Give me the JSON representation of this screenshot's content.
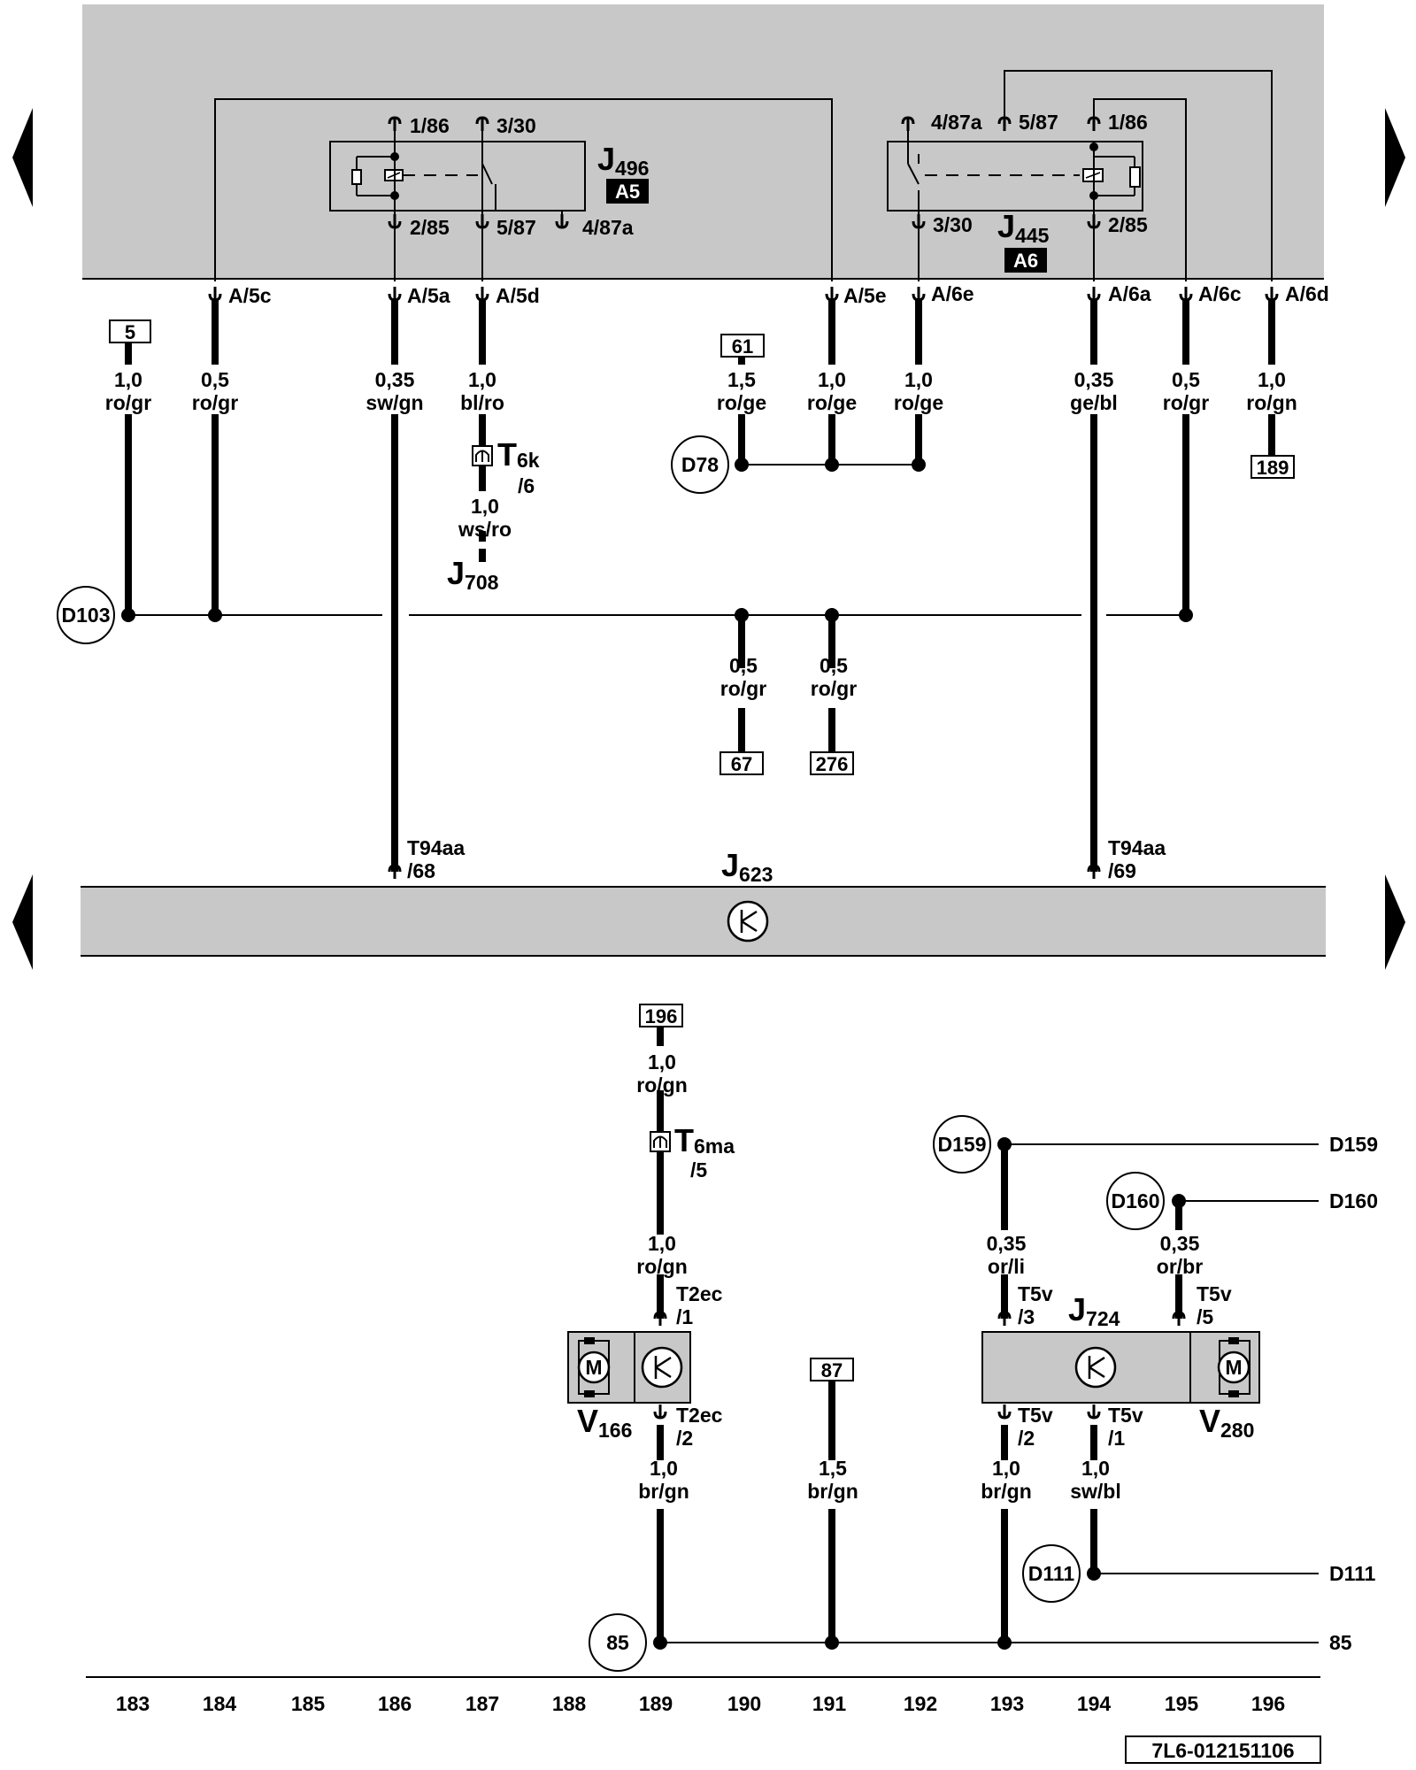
{
  "relays": [
    {
      "id": "J496",
      "sub": "496",
      "badge": "A5",
      "pins": [
        "1/86",
        "3/30",
        "2/85",
        "5/87",
        "4/87a"
      ]
    },
    {
      "id": "J445",
      "sub": "445",
      "badge": "A6",
      "pins": [
        "4/87a",
        "5/87",
        "1/86",
        "3/30",
        "2/85"
      ]
    }
  ],
  "connectors": {
    "a5c": "A/5c",
    "a5a": "A/5a",
    "a5d": "A/5d",
    "a5e": "A/5e",
    "a6e": "A/6e",
    "a6a": "A/6a",
    "a6c": "A/6c",
    "a6d": "A/6d",
    "t94_68_top": "T94aa",
    "t94_68_bot": "/68",
    "t94_69_top": "T94aa",
    "t94_69_bot": "/69",
    "t6k": "T",
    "t6k_sub": "6k",
    "t6k_pin": "/6",
    "t6ma": "T",
    "t6ma_sub": "6ma",
    "t6ma_pin": "/5",
    "t2ec1_top": "T2ec",
    "t2ec1_bot": "/1",
    "t2ec2_top": "T2ec",
    "t2ec2_bot": "/2",
    "t5v3_top": "T5v",
    "t5v3_bot": "/3",
    "t5v5_top": "T5v",
    "t5v5_bot": "/5",
    "t5v2_top": "T5v",
    "t5v2_bot": "/2",
    "t5v1_top": "T5v",
    "t5v1_bot": "/1"
  },
  "wires": [
    {
      "size": "1,0",
      "color": "ro/gr"
    },
    {
      "size": "0,5",
      "color": "ro/gr"
    },
    {
      "size": "0,35",
      "color": "sw/gn"
    },
    {
      "size": "1,0",
      "color": "bl/ro"
    },
    {
      "size": "1,5",
      "color": "ro/ge"
    },
    {
      "size": "1,0",
      "color": "ro/ge"
    },
    {
      "size": "1,0",
      "color": "ro/ge"
    },
    {
      "size": "0,35",
      "color": "ge/bl"
    },
    {
      "size": "0,5",
      "color": "ro/gr"
    },
    {
      "size": "1,0",
      "color": "ro/gn"
    },
    {
      "size": "1,0",
      "color": "ws/ro"
    },
    {
      "size": "0,5",
      "color": "ro/gr"
    },
    {
      "size": "0,5",
      "color": "ro/gr"
    },
    {
      "size": "1,0",
      "color": "ro/gn"
    },
    {
      "size": "1,0",
      "color": "ro/gn"
    },
    {
      "size": "0,35",
      "color": "or/li"
    },
    {
      "size": "0,35",
      "color": "or/br"
    },
    {
      "size": "1,0",
      "color": "br/gn"
    },
    {
      "size": "1,5",
      "color": "br/gn"
    },
    {
      "size": "1,0",
      "color": "br/gn"
    },
    {
      "size": "1,0",
      "color": "sw/bl"
    }
  ],
  "refs": {
    "r5": "5",
    "r61": "61",
    "r189": "189",
    "r67": "67",
    "r276": "276",
    "r196": "196",
    "r87": "87"
  },
  "nodes": {
    "d103": "D103",
    "d78": "D78",
    "d159": "D159",
    "d160": "D160",
    "d111": "D111",
    "n85": "85"
  },
  "edges": {
    "d159": "D159",
    "d160": "D160",
    "d111": "D111",
    "n85": "85"
  },
  "components": {
    "j708": "J",
    "j708_sub": "708",
    "j623": "J",
    "j623_sub": "623",
    "j724": "J",
    "j724_sub": "724",
    "v166": "V",
    "v166_sub": "166",
    "v280": "V",
    "v280_sub": "280",
    "motor": "M"
  },
  "columns": [
    "183",
    "184",
    "185",
    "186",
    "187",
    "188",
    "189",
    "190",
    "191",
    "192",
    "193",
    "194",
    "195",
    "196"
  ],
  "doc_id": "7L6-012151106",
  "colors": {
    "panel": "#c8c8c8",
    "line": "#000000",
    "badge": "#000000"
  },
  "icons": [
    "nav-left-icon",
    "nav-right-icon",
    "relay-coil-icon",
    "control-unit-icon",
    "motor-icon",
    "connector-pin-icon"
  ]
}
